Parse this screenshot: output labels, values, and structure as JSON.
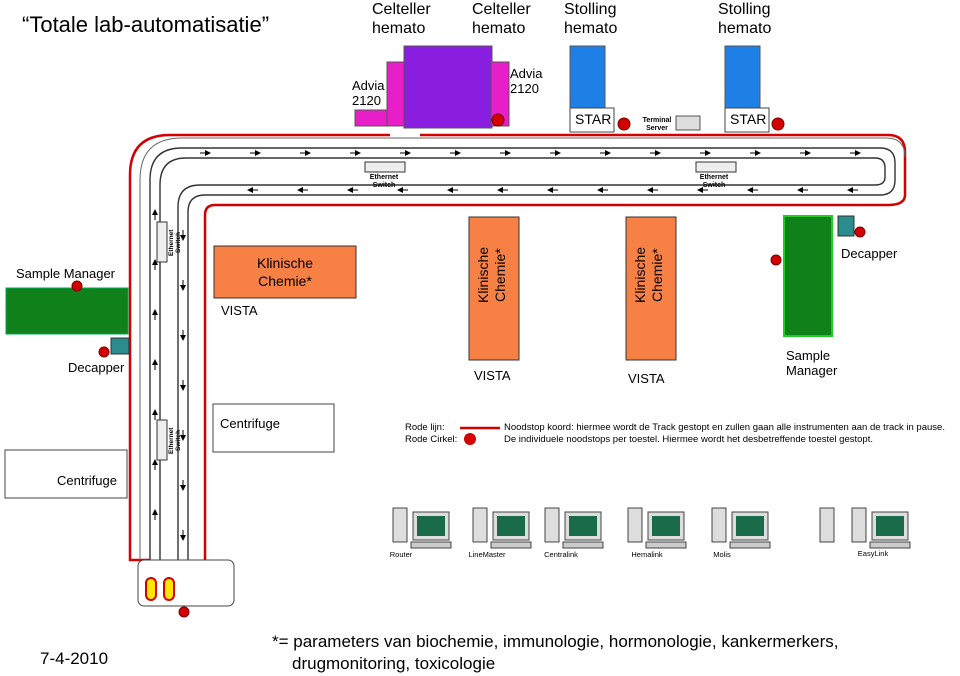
{
  "title": "Totale lab-automatisatie",
  "top_labels": [
    {
      "line1": "Celteller",
      "line2": "hemato"
    },
    {
      "line1": "Celteller",
      "line2": "hemato"
    },
    {
      "line1": "Stolling",
      "line2": "hemato"
    },
    {
      "line1": "Stolling",
      "line2": "hemato"
    }
  ],
  "advia": [
    {
      "line1": "Advia",
      "line2": "2120"
    },
    {
      "line1": "Advia",
      "line2": "2120"
    }
  ],
  "star": [
    "STAR",
    "STAR"
  ],
  "terminal_server": {
    "line1": "Terminal",
    "line2": "Server"
  },
  "ethernet_switch": {
    "line1": "Ethernet",
    "line2": "Switch"
  },
  "sample_manager": "Sample Manager",
  "sample_manager_right": {
    "line1": "Sample",
    "line2": "Manager"
  },
  "decapper": "Decapper",
  "klinische_box": {
    "line1": "Klinische",
    "line2": "Chemie*"
  },
  "klinische_vertical": {
    "line1": "Klinische",
    "line2": "Chemie*"
  },
  "vista": "VISTA",
  "centrifuge": "Centrifuge",
  "legend": {
    "rode_lijn": "Rode lijn:",
    "rode_cirkel": "Rode Cirkel:",
    "noodstop_koord": "Noodstop koord: hiermee wordt de Track gestopt en zullen gaan alle instrumenten aan de track in pause.",
    "noodstops": "De individuele noodstops per toestel. Hiermee wordt het desbetreffende toestel gestopt."
  },
  "computers": [
    "Router",
    "LineMaster",
    "Centralink",
    "Hemalink",
    "Molis",
    "EasyLink"
  ],
  "date": "7-4-2010",
  "footnote_line1": "*= parameters van biochemie, immunologie, hormonologie, kankermerkers,",
  "footnote_line2": "drugmonitoring, toxicologie",
  "colors": {
    "red": "#d40000",
    "orange": "#f78045",
    "green": "#10801b",
    "purple": "#8a1ee0",
    "magenta": "#e81ec8",
    "blue": "#1e7fe6",
    "teal": "#2a8c8c"
  }
}
